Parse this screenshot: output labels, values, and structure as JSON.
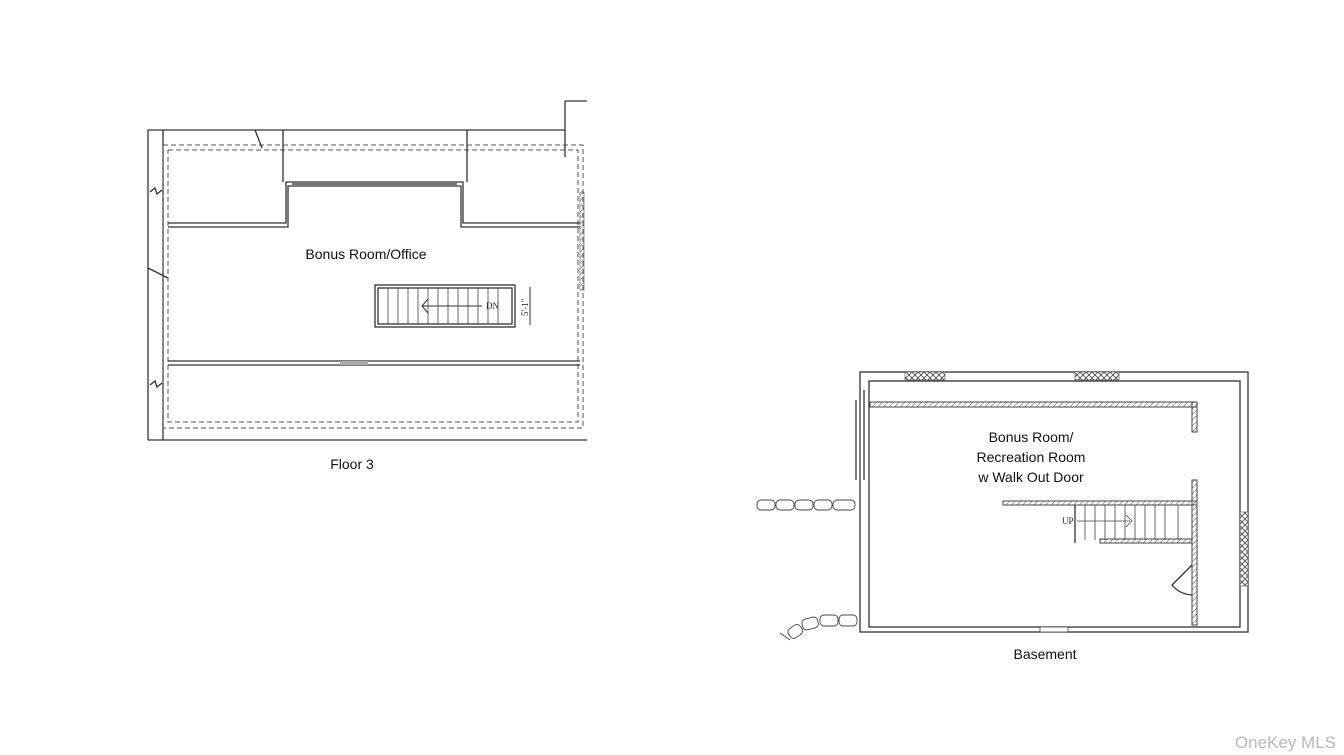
{
  "floor3": {
    "caption": "Floor 3",
    "room_label": "Bonus Room/Office",
    "stair_label": "DN",
    "stair_dimension": "5'-1\""
  },
  "basement": {
    "caption": "Basement",
    "room_label_lines": [
      "Bonus Room/",
      "Recreation Room",
      "w Walk Out Door"
    ],
    "stair_label": "UP"
  },
  "watermark": "OneKey MLS"
}
